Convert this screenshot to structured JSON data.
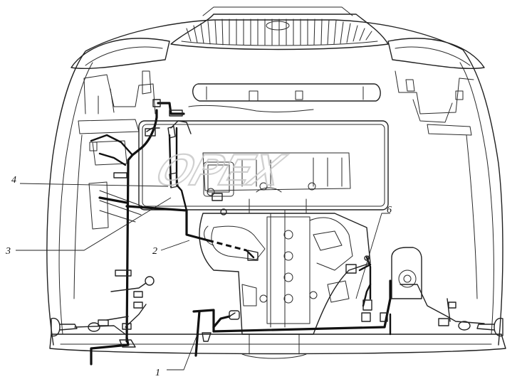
{
  "callouts": [
    {
      "id": "1",
      "label": "1"
    },
    {
      "id": "2",
      "label": "2"
    },
    {
      "id": "3",
      "label": "3"
    },
    {
      "id": "4",
      "label": "4"
    },
    {
      "id": "6",
      "label": "6"
    }
  ],
  "watermark": "OPEX"
}
